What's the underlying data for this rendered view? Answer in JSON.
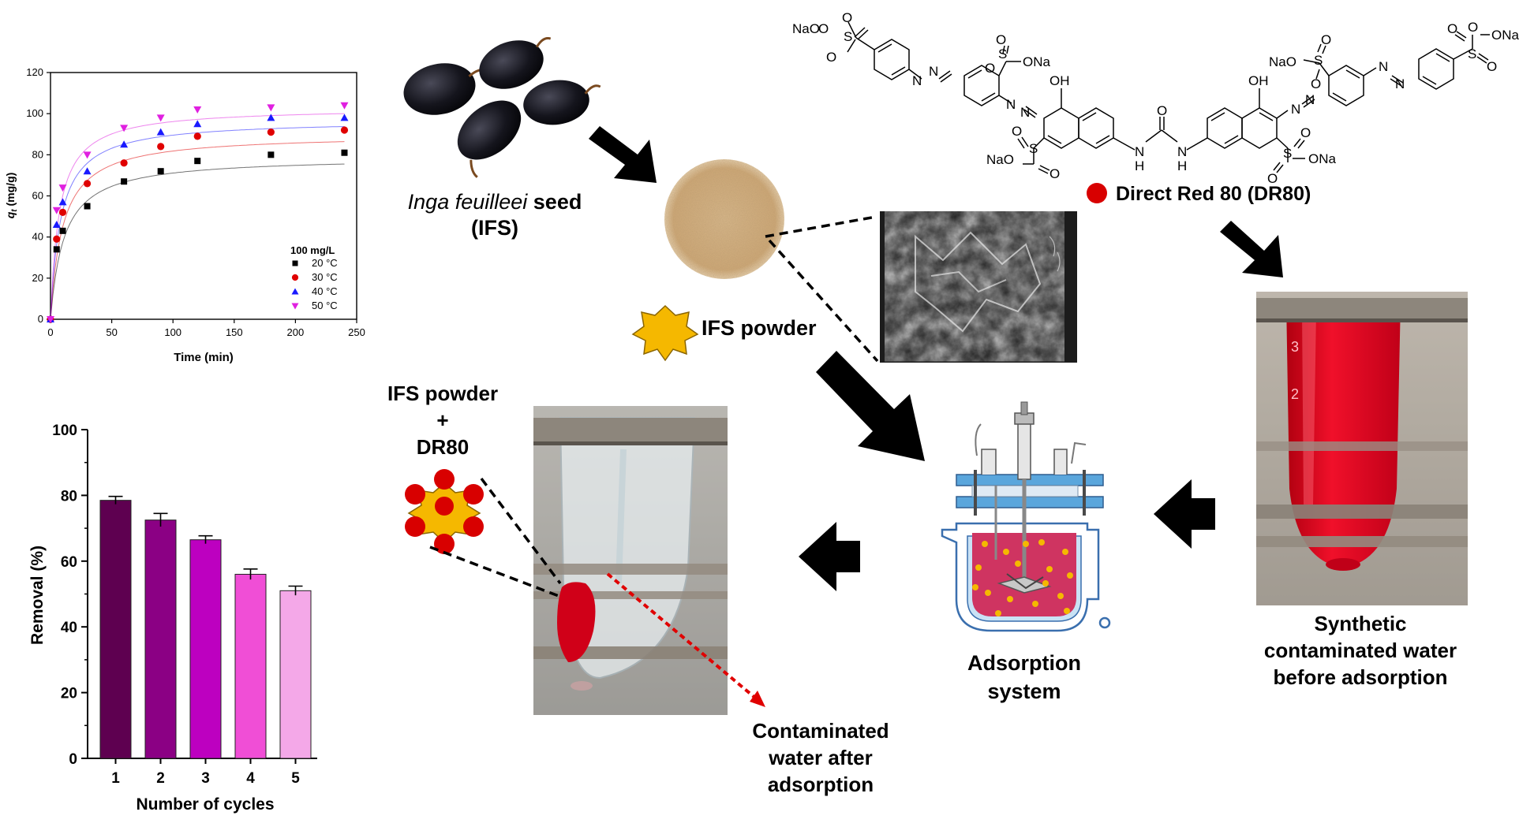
{
  "seed_label": {
    "species": "Inga feuilleei",
    "rest": " seed",
    "abbr": "(IFS)"
  },
  "powder_label": "IFS powder",
  "complex_label": {
    "line1": "IFS powder",
    "line2": "+",
    "line3": "DR80"
  },
  "dye_label": "Direct Red 80 (DR80)",
  "synthetic_label": [
    "Synthetic",
    "contaminated  water",
    "before adsorption"
  ],
  "adsorption_label": [
    "Adsorption",
    "system"
  ],
  "after_label": [
    "Contaminated",
    "water after",
    "adsorption"
  ],
  "tube_marks": [
    "3",
    "2"
  ],
  "chem_labels": {
    "nao3s": "NaO",
    "s": "S",
    "o": "O",
    "ona": "ONa",
    "oh": "OH",
    "n": "N",
    "h": "H",
    "na_o": "NaO"
  },
  "colors": {
    "dye_red": "#d80000",
    "ifs_gold": "#f5b800",
    "arrow": "#000000",
    "reactor_blue": "#5aa6dc",
    "liquid": "#cf3461",
    "after_arrow": "#e00000"
  },
  "chart_data": [
    {
      "type": "scatter",
      "xlabel": "Time (min)",
      "ylabel": "q_t (mg/g)",
      "ylabel_main": "q",
      "ylabel_sub": "t",
      "ylabel_unit": " (mg/g)",
      "xlim": [
        0,
        250
      ],
      "ylim": [
        0,
        120
      ],
      "xticks": [
        0,
        50,
        100,
        150,
        200,
        250
      ],
      "yticks": [
        0,
        20,
        40,
        60,
        80,
        100,
        120
      ],
      "legend_title": "100 mg/L",
      "legend_position": "right",
      "x": [
        0,
        5,
        10,
        30,
        60,
        90,
        120,
        180,
        240
      ],
      "series": [
        {
          "name": "20 °C",
          "marker": "square",
          "color": "#000000",
          "values": [
            0,
            34,
            43,
            55,
            67,
            72,
            77,
            80,
            81
          ],
          "qe": 79,
          "k": 0.09
        },
        {
          "name": "30 °C",
          "marker": "circle",
          "color": "#e00000",
          "values": [
            0,
            39,
            52,
            66,
            76,
            84,
            89,
            91,
            92
          ],
          "qe": 90,
          "k": 0.1
        },
        {
          "name": "40 °C",
          "marker": "triangle-up",
          "color": "#1a1aff",
          "values": [
            0,
            46,
            57,
            72,
            85,
            91,
            95,
            98,
            98
          ],
          "qe": 97,
          "k": 0.12
        },
        {
          "name": "50 °C",
          "marker": "triangle-down",
          "color": "#e020e0",
          "values": [
            0,
            53,
            64,
            80,
            93,
            98,
            102,
            103,
            104
          ],
          "qe": 103,
          "k": 0.14
        }
      ]
    },
    {
      "type": "bar",
      "xlabel": "Number of cycles",
      "ylabel": "Removal (%)",
      "categories": [
        "1",
        "2",
        "3",
        "4",
        "5"
      ],
      "values": [
        78.5,
        72.5,
        66.5,
        56,
        51
      ],
      "errors": [
        1.2,
        2.0,
        1.2,
        1.6,
        1.4
      ],
      "ylim": [
        0,
        100
      ],
      "yticks": [
        0,
        20,
        40,
        60,
        80,
        100
      ],
      "colors": [
        "#5e0050",
        "#8b0084",
        "#bd00c0",
        "#f04ed6",
        "#f4a8e8"
      ]
    }
  ]
}
